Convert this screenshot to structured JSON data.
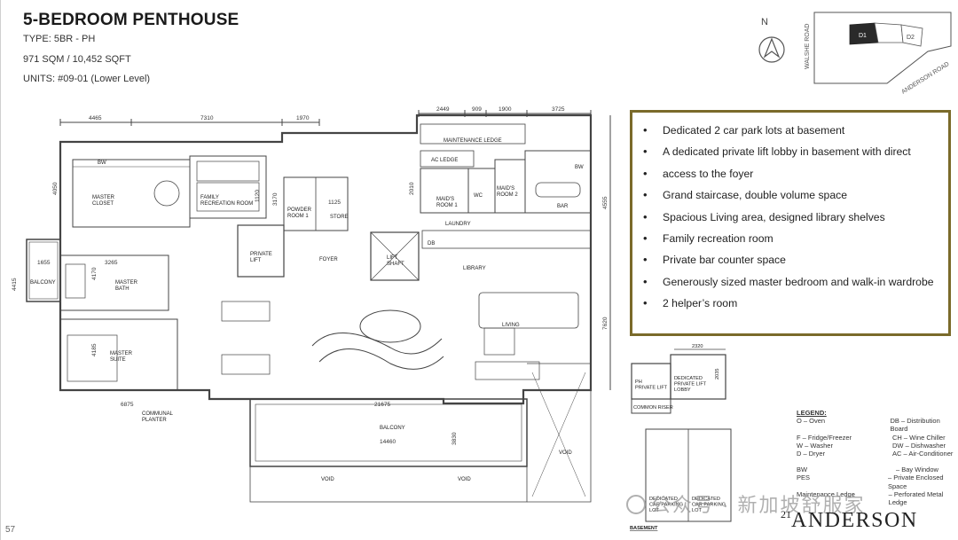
{
  "header": {
    "title": "5-BEDROOM PENTHOUSE",
    "type": "TYPE: 5BR - PH",
    "area": "971 SQM / 10,452 SQFT",
    "units": "UNITS:  #09-01 (Lower Level)"
  },
  "site_plan": {
    "north": "N",
    "road_1": "WALSHE ROAD",
    "road_2": "ANDERSON ROAD",
    "block_1": "D1",
    "block_2": "D2"
  },
  "features": [
    "Dedicated 2 car park lots at basement",
    "A dedicated private lift lobby in basement with direct",
    "access to the foyer",
    "Grand staircase, double volume space",
    "Spacious Living area, designed library shelves",
    "Family recreation room",
    "Private bar counter space",
    "Generously sized master bedroom and walk-in wardrobe",
    "2 helper’s room"
  ],
  "floorplan": {
    "dims": {
      "d4465": "4465",
      "d7310": "7310",
      "d1970": "1970",
      "d2449": "2449",
      "d909": "909",
      "d1900": "1900",
      "d3725": "3725",
      "d4050": "4050",
      "d3170": "3170",
      "d2010": "2010",
      "d4555": "4555",
      "d1655": "1655",
      "d4415": "4415",
      "d4170": "4170",
      "d3265": "3265",
      "d4185": "4185",
      "d7620": "7620",
      "d6875": "6875",
      "d21675": "21675",
      "d14460": "14460",
      "d3830": "3830",
      "d1120": "1120",
      "d1125": "1125"
    },
    "rooms": {
      "bw": "BW",
      "master_closet": "MASTER\nCLOSET",
      "family_room": "FAMILY\nRECREATION ROOM",
      "maintenance_ledge": "MAINTENANCE LEDGE",
      "ac_ledge": "AC LEDGE",
      "maids_room_1": "MAID'S\nROOM 1",
      "maids_room_2": "MAID'S\nROOM 2",
      "wc": "WC",
      "bw2": "BW",
      "bar": "BAR",
      "powder_room": "POWDER\nROOM 1",
      "store": "STORE",
      "laundry": "LAUNDRY",
      "private_lift": "PRIVATE\nLIFT",
      "foyer": "FOYER",
      "lift_shaft": "LIFT\nSHAFT",
      "library": "LIBRARY",
      "db": "DB",
      "balcony_left": "BALCONY",
      "master_bath": "MASTER\nBATH",
      "living": "LIVING",
      "master_suite": "MASTER\nSUITE",
      "communal_planter": "COMMUNAL\nPLANTER",
      "balcony": "BALCONY",
      "void_1": "VOID",
      "void_2": "VOID",
      "void_3": "VOID"
    }
  },
  "basement": {
    "title": "BASEMENT",
    "dim": "2320",
    "dim2": "2035",
    "ph_lift": "PH\nPRIVATE LIFT",
    "lobby": "DEDICATED\nPRIVATE LIFT\nLOBBY",
    "riser": "COMMON RISER",
    "carpark_1": "DEDICATED\nCAR PARKING\nLOT",
    "carpark_2": "DEDICATED\nCAR PARKING\nLOT"
  },
  "legend": {
    "heading": "LEGEND:",
    "rows": [
      [
        "O  – Oven",
        "DB – Distribution Board"
      ],
      [
        "F  – Fridge/Freezer",
        "CH – Wine Chiller"
      ],
      [
        "W  – Washer",
        "DW – Dishwasher"
      ],
      [
        "D  – Dryer",
        "AC – Air-Conditioner"
      ]
    ],
    "rows2": [
      [
        "BW",
        "– Bay Window"
      ],
      [
        "PES",
        "– Private Enclosed Space"
      ],
      [
        "Maintenance Ledge",
        "– Perforated Metal Ledge"
      ]
    ]
  },
  "watermark": "公众号 · 新加坡舒服家",
  "brand": {
    "num": "21",
    "name": "ANDERSON"
  },
  "page_number": "57"
}
